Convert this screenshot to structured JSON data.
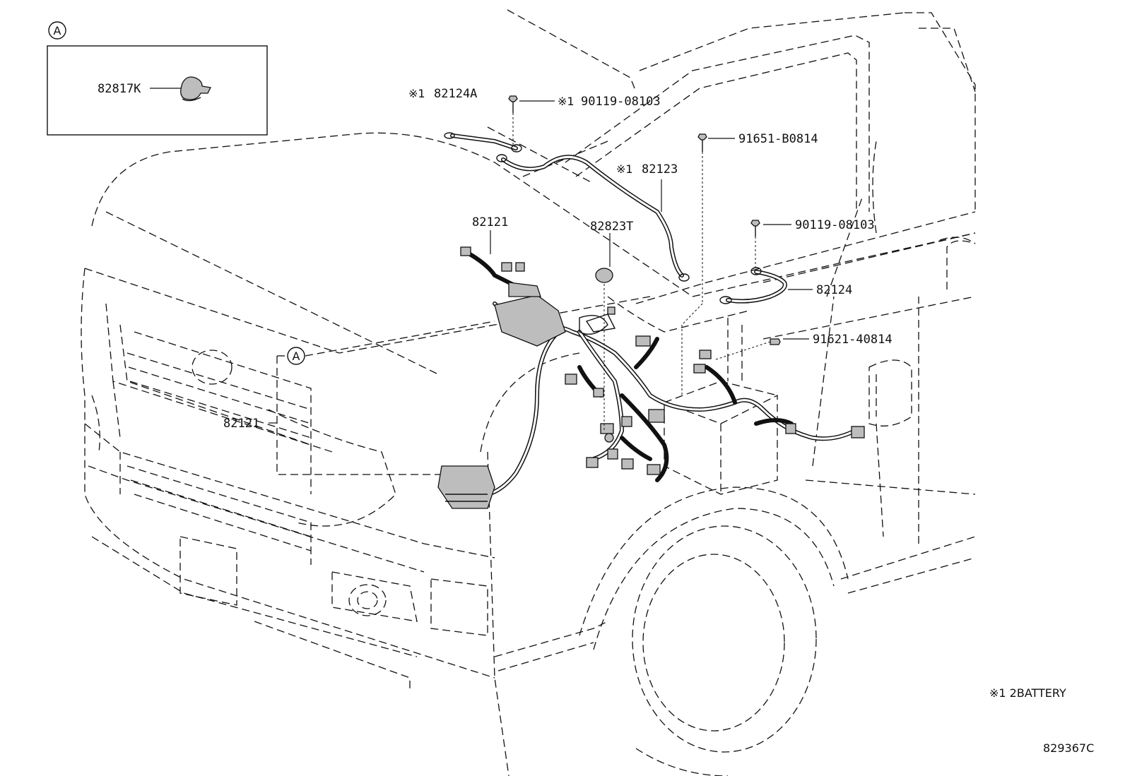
{
  "labels": {
    "detail_ref": "A",
    "detail_ref_main": "A",
    "p82817K": "82817K",
    "p82124A": "82124A",
    "p90119_08103_top": "90119-08103",
    "p91651_B0814": "91651-B0814",
    "p82123": "82123",
    "p82121_top": "82121",
    "p82823T": "82823T",
    "p90119_08103_right": "90119-08103",
    "p82124": "82124",
    "p91621_40814": "91621-40814",
    "p82121_left": "82121",
    "note_mark_a": "※1",
    "note_mark_b": "※1",
    "note_mark_c": "※1"
  },
  "footnote": "※1 2BATTERY",
  "diagram_id": "829367C"
}
